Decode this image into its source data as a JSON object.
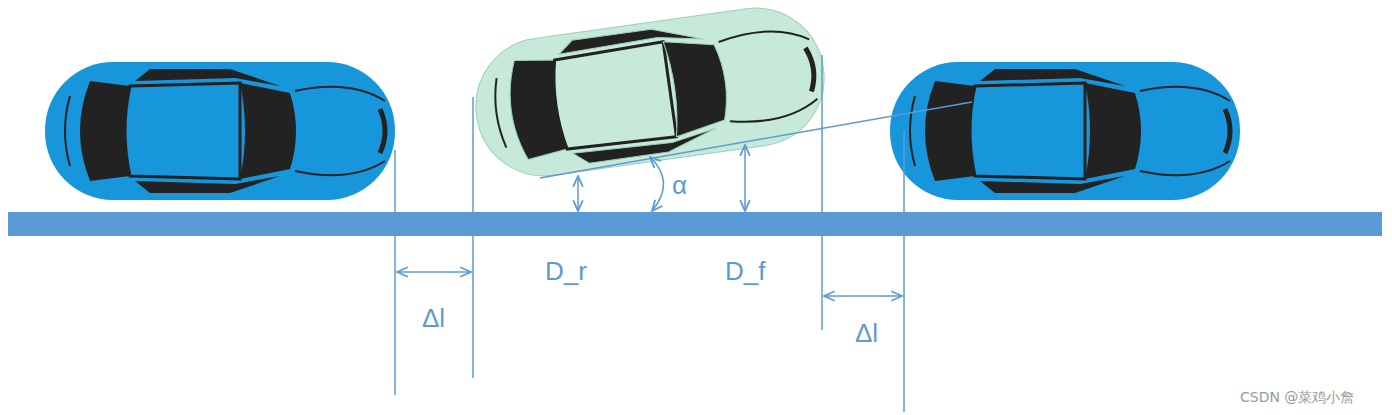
{
  "diagram": {
    "labels": [
      "α",
      "D_r",
      "D_f",
      "Δl",
      "Δl",
      "CSDN @菜鸡小詹"
    ]
  }
}
